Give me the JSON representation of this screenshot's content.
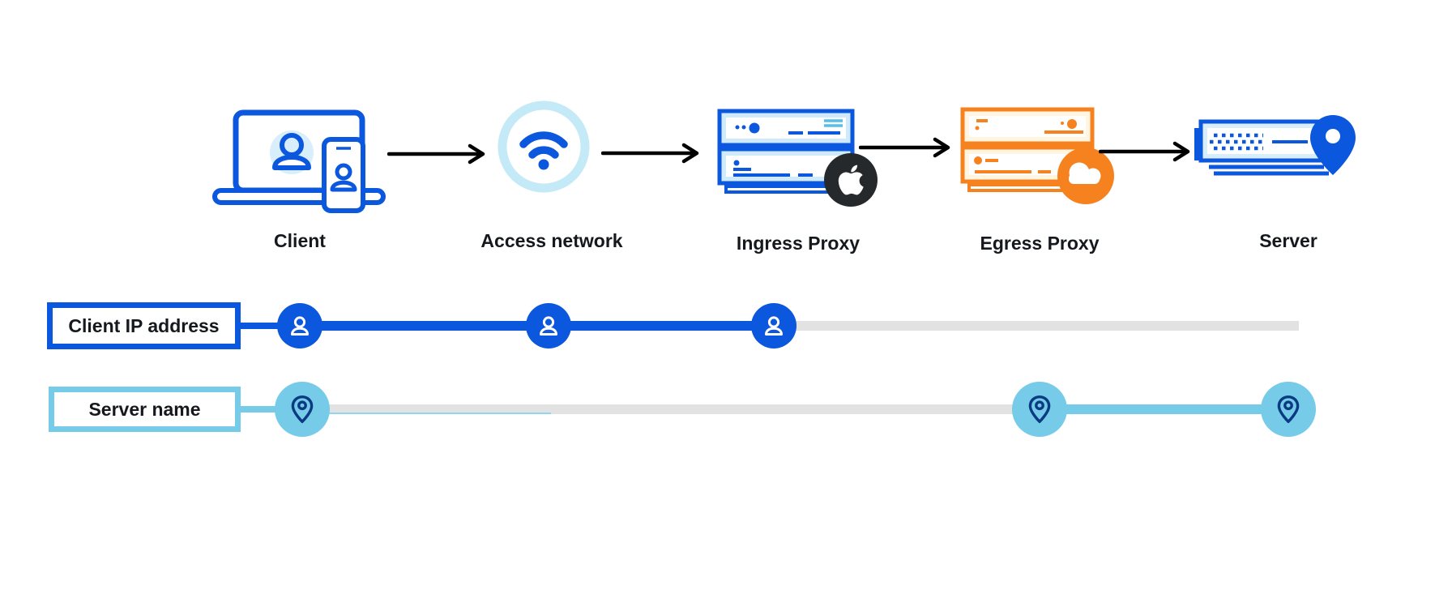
{
  "flow": {
    "nodes": [
      {
        "label": "Client",
        "icon": "laptop-phone-icon"
      },
      {
        "label": "Access network",
        "icon": "wifi-icon"
      },
      {
        "label": "Ingress Proxy",
        "icon": "server-stack-icon",
        "badge": "apple-logo"
      },
      {
        "label": "Egress Proxy",
        "icon": "server-stack-icon",
        "badge": "cloudflare-logo"
      },
      {
        "label": "Server",
        "icon": "server-pin-icon"
      }
    ]
  },
  "tracks": [
    {
      "label": "Client IP address",
      "marker_icon": "person-icon",
      "color": "#0b57dd",
      "markers_under": [
        "Client",
        "Access network",
        "Ingress Proxy"
      ]
    },
    {
      "label": "Server name",
      "marker_icon": "location-pin-icon",
      "color": "#76cbe8",
      "markers_under": [
        "Client",
        "Egress Proxy",
        "Server"
      ]
    }
  ],
  "colors": {
    "primary_blue": "#0b57dd",
    "sky_blue": "#76cbe8",
    "light_blue_ring": "#c4e9f7",
    "light_blue_fill": "#d9eefb",
    "cyan_detail": "#55bfe8",
    "orange": "#f6821f",
    "cream_fill": "#fff5e1",
    "navy_pin": "#0a3a81",
    "track_gray": "#e2e2e2",
    "arrow_black": "#000000",
    "badge_black": "#26292c"
  }
}
